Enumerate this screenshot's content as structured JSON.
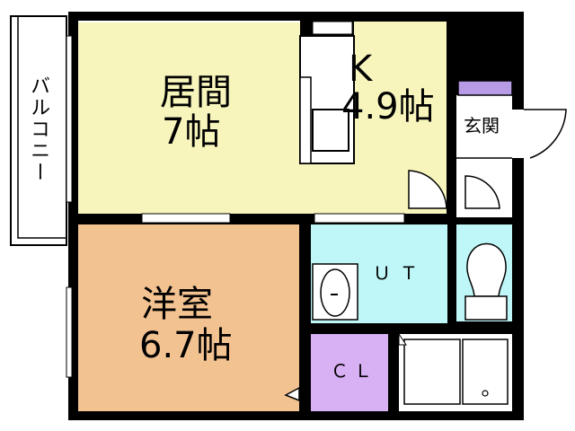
{
  "floorplan": {
    "colors": {
      "living": "#f7f5bc",
      "bedroom": "#f3c291",
      "bath_area": "#bff6f8",
      "closet": "#d8b1f4",
      "entrance": "#ffffff",
      "wall": "#000000",
      "shoe_box": "#b79be6"
    },
    "balcony": {
      "label": "バルコニー"
    },
    "living": {
      "name": "居間",
      "size": "7帖"
    },
    "kitchen": {
      "name": "K",
      "size": "4.9帖"
    },
    "entrance": {
      "label": "玄関"
    },
    "bedroom": {
      "name": "洋室",
      "size": "6.7帖"
    },
    "utility": {
      "label": "ＵＴ"
    },
    "closet": {
      "label": "ＣＬ"
    }
  }
}
